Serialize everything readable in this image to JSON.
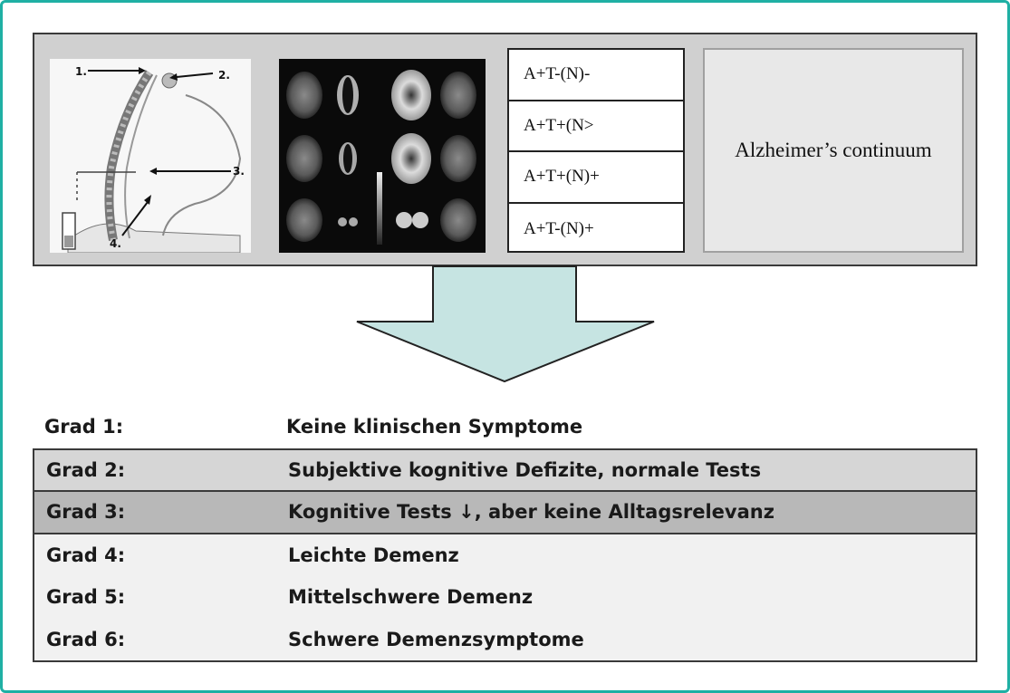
{
  "diagnostics": {
    "atn_profiles": [
      "A+T-(N)-",
      "A+T+(N>",
      "A+T+(N)+",
      "A+T-(N)+"
    ],
    "continuum_label": "Alzheimer’s continuum",
    "spine_labels": [
      "1.",
      "2.",
      "3.",
      "4."
    ]
  },
  "grades": [
    {
      "grade": "Grad 1:",
      "description": "Keine klinischen Symptome"
    },
    {
      "grade": "Grad 2:",
      "description": "Subjektive kognitive Defizite, normale Tests"
    },
    {
      "grade": "Grad 3:",
      "description": "Kognitive Tests ↓, aber keine Alltagsrelevanz"
    },
    {
      "grade": "Grad 4:",
      "description": "Leichte Demenz"
    },
    {
      "grade": "Grad 5:",
      "description": "Mittelschwere Demenz"
    },
    {
      "grade": "Grad 6:",
      "description": "Schwere Demenzsymptome"
    }
  ],
  "colors": {
    "frame": "#1fb0a4",
    "arrow_fill": "#c6e4e2",
    "row_grad2": "#d6d6d6",
    "row_grad3": "#b8b8b8"
  }
}
